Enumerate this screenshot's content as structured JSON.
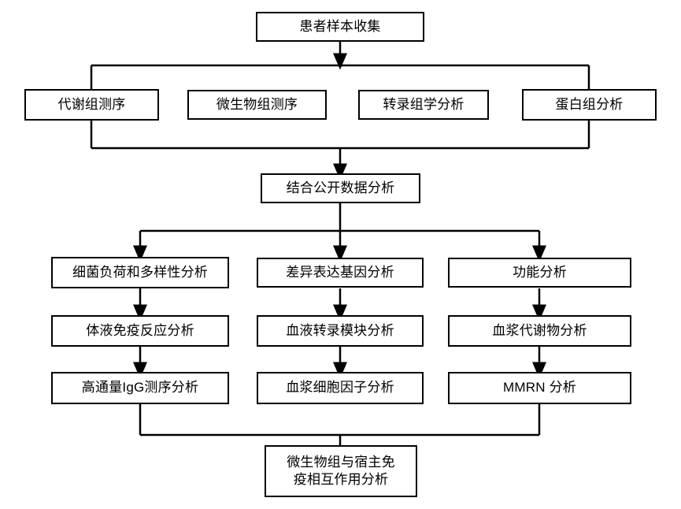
{
  "diagram": {
    "type": "flowchart",
    "title_text": "",
    "orientation": "top-to-bottom",
    "background_color": "#ffffff",
    "line_color": "#000000",
    "box_border_color": "#000000",
    "box_fill_color": "#ffffff",
    "text_color": "#000000",
    "nodes": {
      "sample_collection": "患者样本收集",
      "metabolome_seq": "代谢组测序",
      "microbiome_seq": "微生物组测序",
      "transcriptome_analysis": "转录组学分析",
      "proteome_analysis": "蛋白组分析",
      "public_data_integration": "结合公开数据分析",
      "bacterial_load_diversity": "细菌负荷和多样性分析",
      "differential_gene_expression": "差异表达基因分析",
      "functional_analysis": "功能分析",
      "humoral_immune_response": "体液免疫反应分析",
      "blood_transcription_module": "血液转录模块分析",
      "plasma_metabolite": "血浆代谢物分析",
      "high_throughput_igg_seq": "高通量IgG测序分析",
      "plasma_cytokine": "血浆细胞因子分析",
      "mmrn_analysis": "MMRN 分析",
      "microbiome_host_immune_interaction_line1": "微生物组与宿主免",
      "microbiome_host_immune_interaction_line2": "疫相互作用分析"
    },
    "columns": {
      "left": "bacterial-load-branch",
      "middle": "gene-expression-branch",
      "right": "function-branch"
    }
  }
}
